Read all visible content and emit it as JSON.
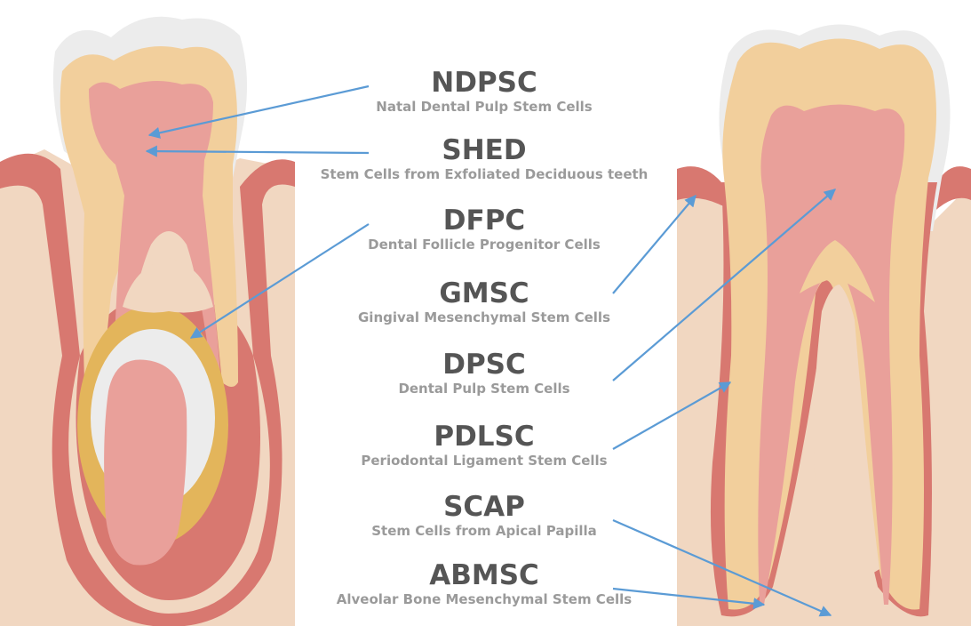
{
  "colors": {
    "enamel": "#ececec",
    "dentin": "#f2cf9c",
    "pulp": "#e9a09a",
    "gum": "#d87870",
    "bone": "#f1d7c1",
    "follicle": "#e3b55b",
    "arrow": "#5b9bd5",
    "abbr_text": "#555555",
    "full_text": "#9a9a9a"
  },
  "labels": [
    {
      "abbr": "NDPSC",
      "full": "Natal Dental Pulp Stem Cells"
    },
    {
      "abbr": "SHED",
      "full": "Stem Cells from Exfoliated Deciduous teeth"
    },
    {
      "abbr": "DFPC",
      "full": "Dental Follicle Progenitor Cells"
    },
    {
      "abbr": "GMSC",
      "full": "Gingival Mesenchymal Stem Cells"
    },
    {
      "abbr": "DPSC",
      "full": "Dental Pulp Stem Cells"
    },
    {
      "abbr": "PDLSC",
      "full": "Periodontal Ligament Stem Cells"
    },
    {
      "abbr": "SCAP",
      "full": "Stem Cells from Apical Papilla"
    },
    {
      "abbr": "ABMSC",
      "full": "Alveolar Bone Mesenchymal Stem Cells"
    }
  ],
  "illustrations": {
    "left": "deciduous-tooth-with-developing-tooth-bud",
    "right": "permanent-molar-in-alveolar-bone"
  }
}
